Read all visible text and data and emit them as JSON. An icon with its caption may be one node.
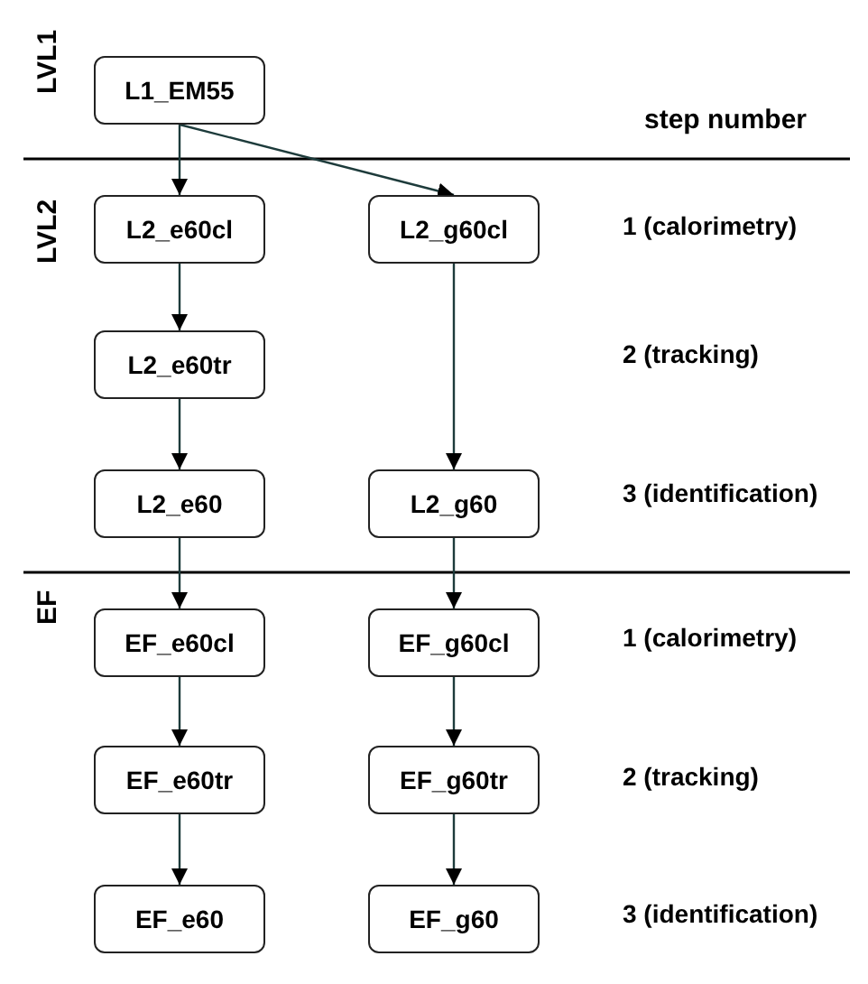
{
  "diagram": {
    "nodes": [
      {
        "text": [
          "L1_EM55"
        ]
      },
      {
        "text": [
          "L2_e60cl"
        ]
      },
      {
        "text": [
          "L2_g60cl"
        ]
      },
      {
        "text": [
          "L2_e60tr"
        ]
      },
      {
        "text": [
          "L2_e60"
        ]
      },
      {
        "text": [
          "L2_g60"
        ]
      },
      {
        "text": [
          "EF_e60cl"
        ]
      },
      {
        "text": [
          "EF_g60cl"
        ]
      },
      {
        "text": [
          "EF_e60tr"
        ]
      },
      {
        "text": [
          "EF_g60tr"
        ]
      },
      {
        "text": [
          "EF_e60"
        ]
      },
      {
        "text": [
          "EF_g60"
        ]
      }
    ],
    "edges": [
      {
        "from": 0,
        "to": 1,
        "arrow": "to"
      },
      {
        "from": 0,
        "to": 2,
        "arrow": "to"
      },
      {
        "from": 1,
        "to": 3,
        "arrow": "to"
      },
      {
        "from": 3,
        "to": 4,
        "arrow": "to"
      },
      {
        "from": 2,
        "to": 5,
        "arrow": "to"
      },
      {
        "from": 4,
        "to": 6,
        "arrow": "to"
      },
      {
        "from": 5,
        "to": 7,
        "arrow": "to"
      },
      {
        "from": 6,
        "to": 8,
        "arrow": "to"
      },
      {
        "from": 7,
        "to": 9,
        "arrow": "to"
      },
      {
        "from": 8,
        "to": 10,
        "arrow": "to"
      },
      {
        "from": 9,
        "to": 11,
        "arrow": "to"
      }
    ],
    "labels": [
      "LVL1",
      "step number",
      "LVL2",
      "1 (calorimetry)",
      "2 (tracking)",
      "3 (identification)",
      "EF",
      "1 (calorimetry)",
      "2 (tracking)",
      "3 (identification)"
    ]
  }
}
